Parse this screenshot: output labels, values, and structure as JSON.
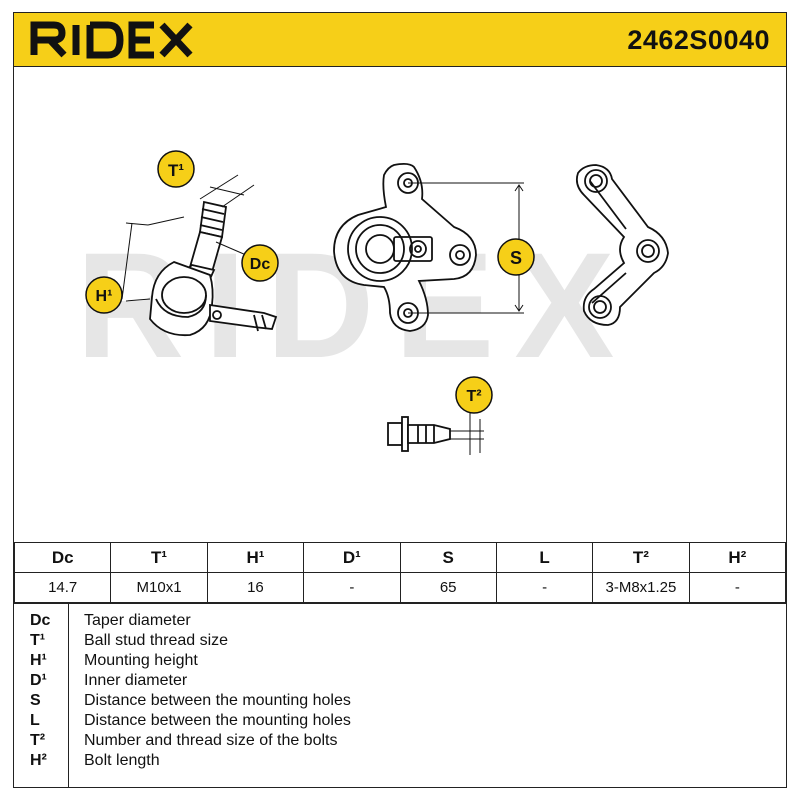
{
  "brand": "RIDEX",
  "part_number": "2462S0040",
  "watermark": "RIDEX",
  "diagram_labels": {
    "t1": "T¹",
    "dc": "Dc",
    "h1": "H¹",
    "s": "S",
    "t2": "T²"
  },
  "spec_table": {
    "headers": [
      "Dc",
      "T¹",
      "H¹",
      "D¹",
      "S",
      "L",
      "T²",
      "H²"
    ],
    "values": [
      "14.7",
      "M10x1",
      "16",
      "-",
      "65",
      "-",
      "3-M8x1.25",
      "-"
    ]
  },
  "legend": [
    {
      "code": "Dc",
      "text": "Taper diameter"
    },
    {
      "code": "T¹",
      "text": "Ball stud thread size"
    },
    {
      "code": "H¹",
      "text": "Mounting height"
    },
    {
      "code": "D¹",
      "text": "Inner diameter"
    },
    {
      "code": "S",
      "text": "Distance between the mounting holes"
    },
    {
      "code": "L",
      "text": "Distance between the mounting holes"
    },
    {
      "code": "T²",
      "text": "Number and thread size of the bolts"
    },
    {
      "code": "H²",
      "text": "Bolt length"
    }
  ],
  "colors": {
    "header": "#f6cf18",
    "callout": "#f6cf18",
    "watermark": "#e6e6e6"
  }
}
